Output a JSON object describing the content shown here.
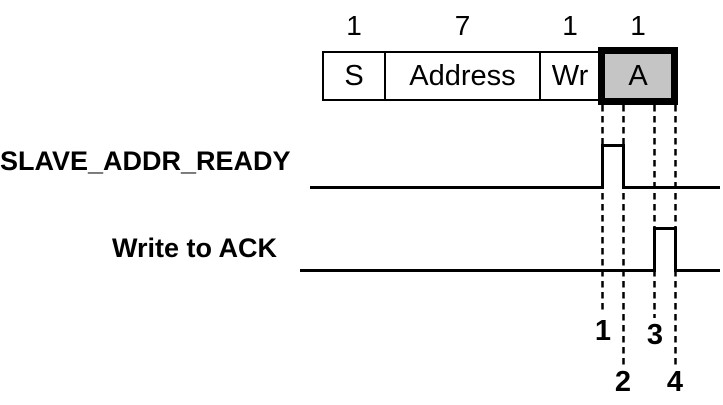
{
  "frame": {
    "fields": [
      {
        "bits": "1",
        "label": "S",
        "highlighted": false
      },
      {
        "bits": "7",
        "label": "Address",
        "highlighted": false
      },
      {
        "bits": "1",
        "label": "Wr",
        "highlighted": false
      },
      {
        "bits": "1",
        "label": "A",
        "highlighted": true
      }
    ]
  },
  "signals": [
    {
      "label": "SLAVE_ADDR_READY",
      "pulse_between_markers": [
        "1",
        "2"
      ]
    },
    {
      "label": "Write to ACK",
      "pulse_between_markers": [
        "3",
        "4"
      ]
    }
  ],
  "markers": [
    {
      "label": "1"
    },
    {
      "label": "2"
    },
    {
      "label": "3"
    },
    {
      "label": "4"
    }
  ],
  "colors": {
    "ink": "#000000",
    "background": "#ffffff",
    "highlight_fill": "#c5c5c5"
  }
}
